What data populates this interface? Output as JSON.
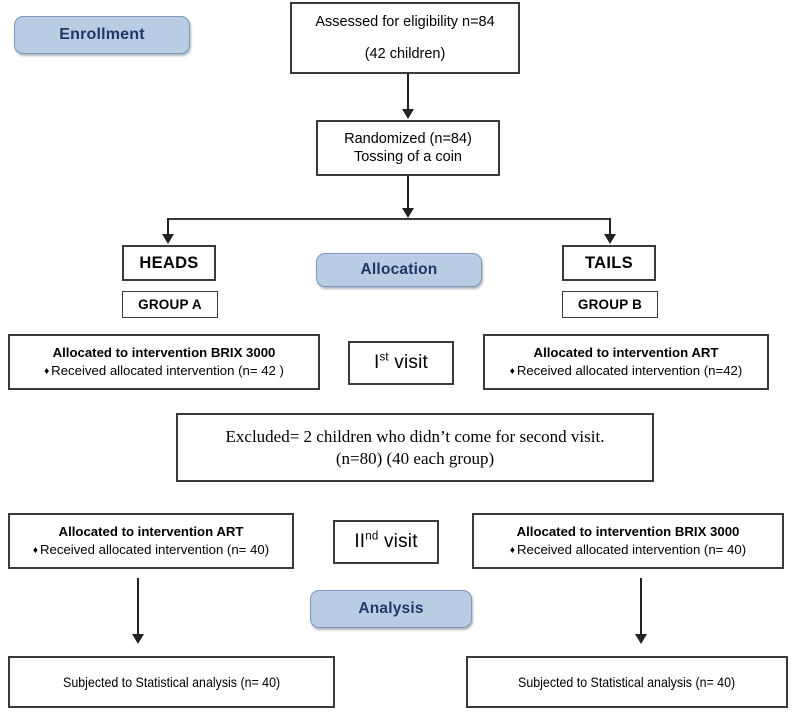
{
  "diagram": {
    "title": "CONSORT participant flow diagram",
    "accent_color": "#b8cce4",
    "accent_text_color": "#1f3864",
    "line_color": "#222222"
  },
  "stage_labels": {
    "enrollment": "Enrollment",
    "allocation": "Allocation",
    "analysis": "Analysis"
  },
  "enrollment": {
    "assessed_line1": "Assessed for eligibility n=84",
    "assessed_line2": "(42 children)",
    "randomized_line1": "Randomized (n=84)",
    "randomized_line2": "Tossing of a coin"
  },
  "allocation": {
    "left_tag": "HEADS",
    "left_group": "GROUP A",
    "right_tag": "TAILS",
    "right_group": "GROUP B"
  },
  "visit_one": {
    "label_main": "I",
    "label_sup": "st",
    "label_tail": " visit",
    "left_title": "Allocated to intervention BRIX 3000",
    "left_sub": "Received allocated intervention (n= 42 )",
    "right_title": "Allocated to intervention ART",
    "right_sub": "Received allocated intervention (n=42)",
    "bullet": "♦"
  },
  "excluded": {
    "line1": "Excluded= 2 children who didn’t come for second visit.",
    "line2": "(n=80) (40 each group)"
  },
  "visit_two": {
    "label_main": "II",
    "label_sup": "nd",
    "label_tail": " visit",
    "left_title": "Allocated to intervention ART",
    "left_sub": "Received allocated intervention (n= 40)",
    "right_title": "Allocated to intervention BRIX 3000",
    "right_sub": "Received allocated intervention (n= 40)",
    "bullet": "♦"
  },
  "analysis": {
    "left_text": "Subjected to Statistical analysis (n= 40)",
    "right_text": "Subjected to Statistical analysis (n= 40)"
  }
}
